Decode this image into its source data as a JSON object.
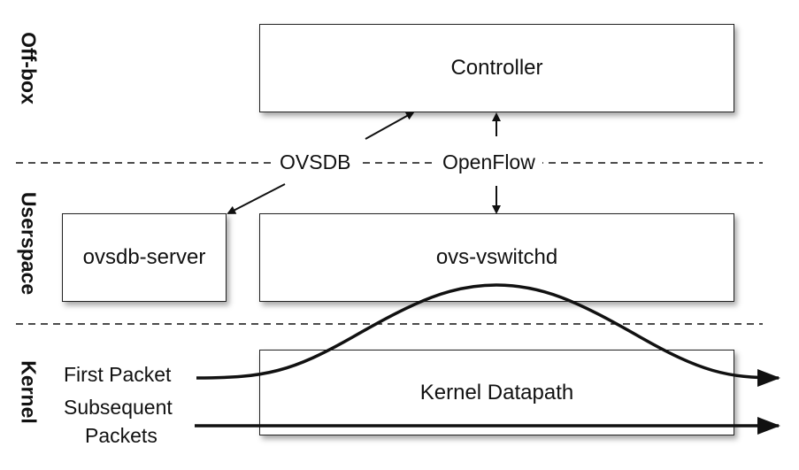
{
  "layers": {
    "offbox": "Off-box",
    "userspace": "Userspace",
    "kernel": "Kernel"
  },
  "boxes": {
    "controller": "Controller",
    "ovsdb_server": "ovsdb-server",
    "ovs_vswitchd": "ovs-vswitchd",
    "kernel_datapath": "Kernel Datapath"
  },
  "protocols": {
    "ovsdb": "OVSDB",
    "openflow": "OpenFlow"
  },
  "flows": {
    "first_packet": "First Packet",
    "subsequent_line1": "Subsequent",
    "subsequent_line2": "Packets"
  }
}
